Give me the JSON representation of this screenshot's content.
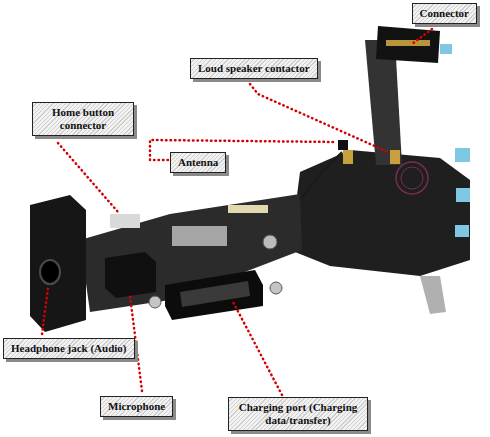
{
  "diagram": {
    "nodes": [
      {
        "text": [
          "Connector"
        ]
      },
      {
        "text": [
          "Loud speaker contactor"
        ]
      },
      {
        "text": [
          "Home button connector"
        ]
      },
      {
        "text": [
          "Antenna"
        ]
      },
      {
        "text": [
          "Headphone jack (Audio)"
        ]
      },
      {
        "text": [
          "Microphone"
        ]
      },
      {
        "text": [
          "Charging port (Charging data/transfer)"
        ]
      }
    ]
  }
}
